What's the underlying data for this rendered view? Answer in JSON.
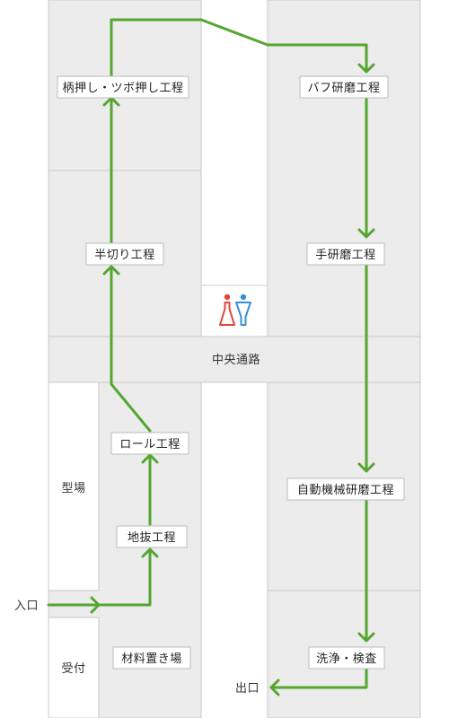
{
  "process_steps": [
    {
      "label": "柄押し・ツボ押し工程"
    },
    {
      "label": "バフ研磨工程"
    },
    {
      "label": "半切り工程"
    },
    {
      "label": "手研磨工程"
    },
    {
      "label": "ロール工程"
    },
    {
      "label": "自動機械研磨工程"
    },
    {
      "label": "地抜工程"
    },
    {
      "label": "材料置き場"
    },
    {
      "label": "洗浄・検査"
    }
  ],
  "rooms": {
    "corridor": "中央通路",
    "mold_room": "型場",
    "reception": "受付"
  },
  "entrance": "入口",
  "exit": "出口",
  "restroom_icon": "restroom-icon",
  "colors": {
    "flow_line": "#55a630",
    "zone_fill": "#ececec",
    "male": "#3b8fd6",
    "female": "#e0463c"
  }
}
